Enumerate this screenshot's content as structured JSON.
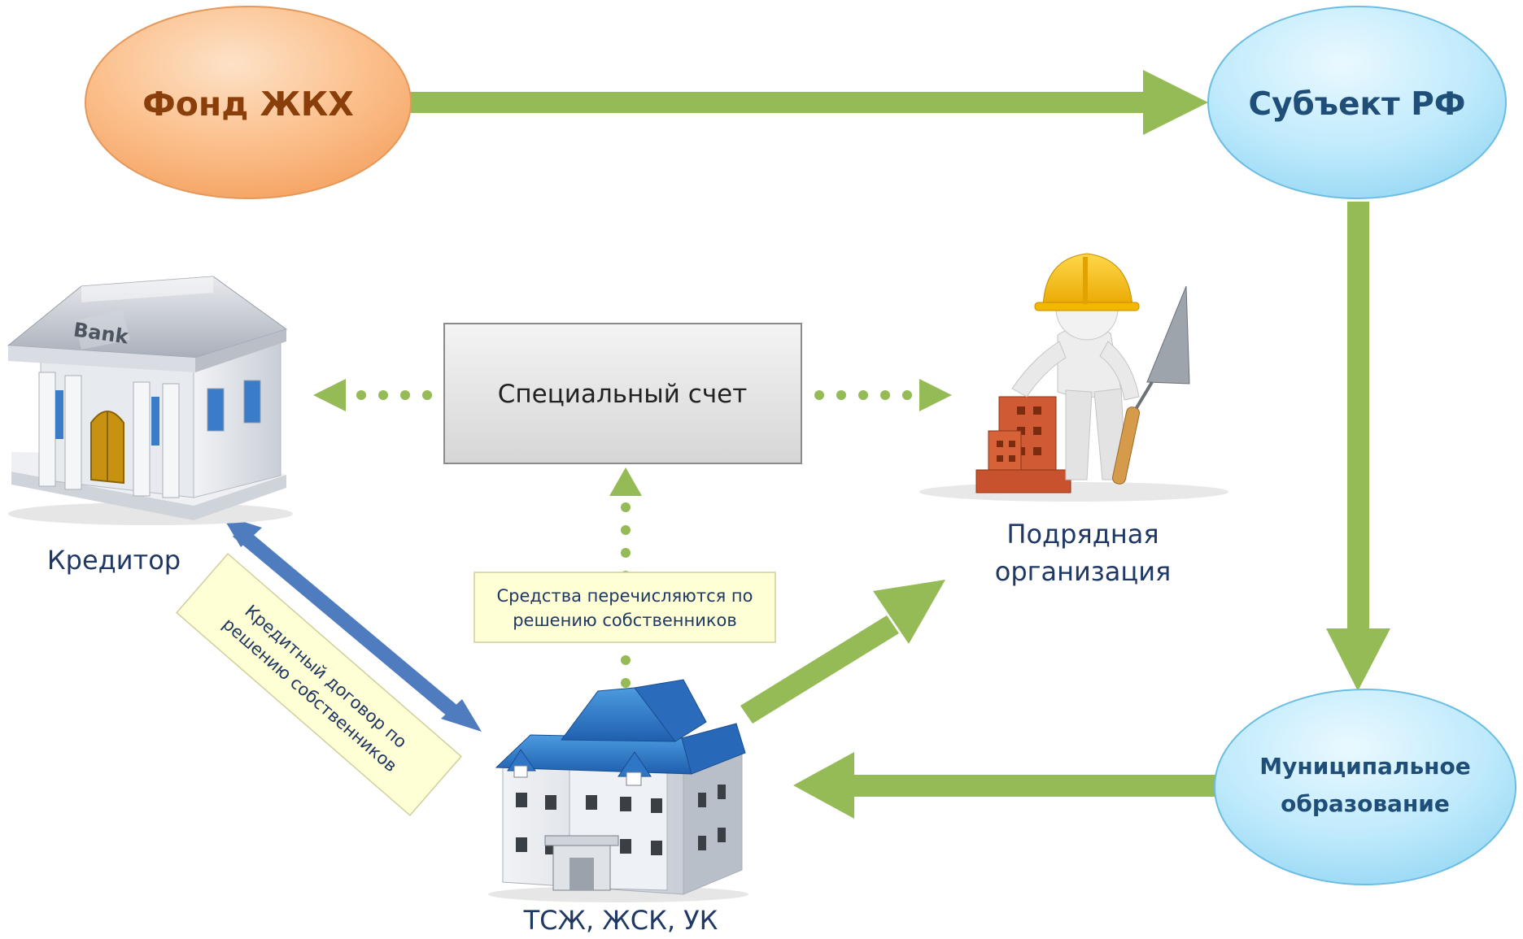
{
  "nodes": {
    "fund": "Фонд ЖКХ",
    "subject": "Субъект РФ",
    "municipal_line1": "Муниципальное",
    "municipal_line2": "образование",
    "special_account": "Специальный счет",
    "creditor": "Кредитор",
    "contractor_line1": "Подрядная",
    "contractor_line2": "организация",
    "owners_org": "ТСЖ, ЖСК, УК"
  },
  "notes": {
    "funds_line1": "Средства перечисляются по",
    "funds_line2": "решению собственников",
    "credit_line1": "Кредитный договор по",
    "credit_line2": "решению собственников"
  },
  "bank_sign": "Bank",
  "colors": {
    "green_arrow": "#94bb56",
    "blue_arrow": "#4f7cbf",
    "fund_text": "#8a3e0a",
    "subject_text": "#1f4e79",
    "label_text": "#1f3864"
  }
}
